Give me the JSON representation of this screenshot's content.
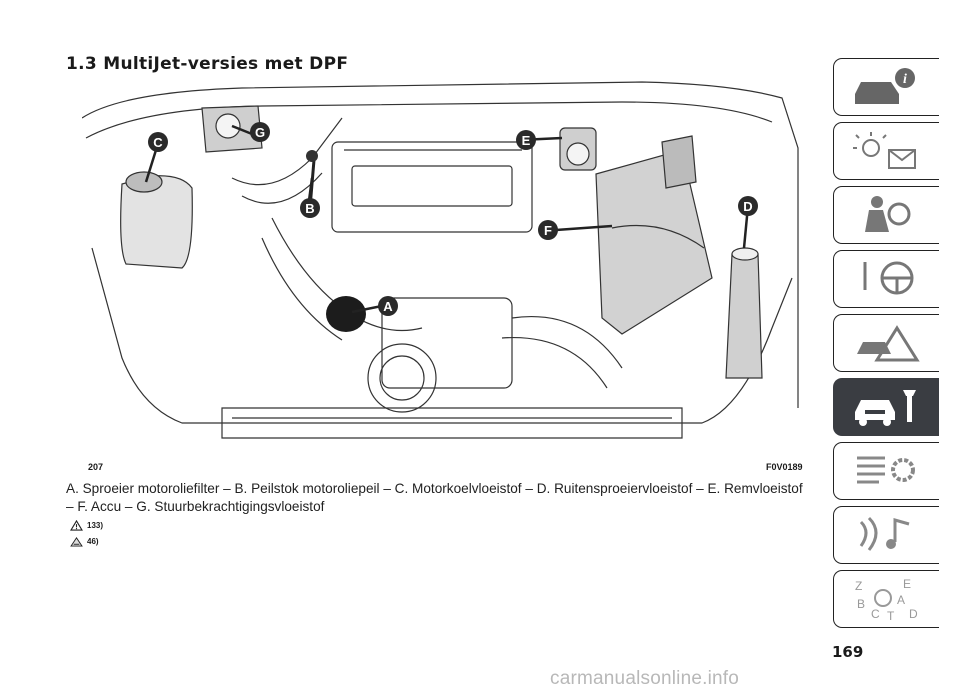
{
  "section_title": "1.3 MultiJet-versies met DPF",
  "figure": {
    "number": "207",
    "code": "F0V0189",
    "callouts": [
      "A",
      "B",
      "C",
      "D",
      "E",
      "F",
      "G"
    ]
  },
  "caption": "A. Sproeier motoroliefilter – B. Peilstok motoroliepeil – C. Motorkoelvloeistof – D. Ruitensproeiervloeistof – E. Remvloeistof – F. Accu – G. Stuurbekrachtigingsvloeistof",
  "warnings": [
    {
      "icon": "warning-triangle-icon",
      "ref": "133)"
    },
    {
      "icon": "caution-icon",
      "ref": "46)"
    }
  ],
  "page_number": "169",
  "side_tabs": [
    {
      "icon": "car-info-icon",
      "active": false
    },
    {
      "icon": "lights-mail-icon",
      "active": false
    },
    {
      "icon": "airbag-person-icon",
      "active": false
    },
    {
      "icon": "steering-key-icon",
      "active": false
    },
    {
      "icon": "car-crash-warning-icon",
      "active": false
    },
    {
      "icon": "car-wrench-icon",
      "active": true
    },
    {
      "icon": "list-gear-icon",
      "active": false
    },
    {
      "icon": "media-note-icon",
      "active": false
    },
    {
      "icon": "alphabet-index-icon",
      "active": false
    }
  ],
  "watermark": "carmanualsonline.info",
  "colors": {
    "active_tab": "#3a3d42",
    "callout": "#2a2a2a"
  }
}
